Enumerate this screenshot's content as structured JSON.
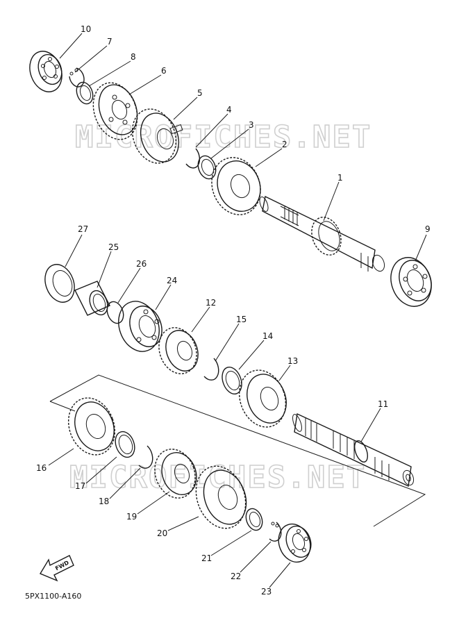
{
  "watermark": "MICROFICHES.NET",
  "diagram_code": "5PX1100-A160",
  "fwd_label": "FWD",
  "parts": [
    {
      "id": "p10",
      "kind": "bearing",
      "label": "10"
    },
    {
      "id": "p7",
      "kind": "circlip",
      "label": "7"
    },
    {
      "id": "p8",
      "kind": "washer",
      "label": "8"
    },
    {
      "id": "p6",
      "kind": "gear",
      "label": "6"
    },
    {
      "id": "p5",
      "kind": "gear",
      "label": "5"
    },
    {
      "id": "p4",
      "kind": "circlip",
      "label": "4"
    },
    {
      "id": "p3",
      "kind": "washer",
      "label": "3"
    },
    {
      "id": "p2",
      "kind": "gear",
      "label": "2"
    },
    {
      "id": "p1",
      "kind": "shaft",
      "label": "1"
    },
    {
      "id": "p9",
      "kind": "bearing",
      "label": "9"
    },
    {
      "id": "p27",
      "kind": "seal",
      "label": "27"
    },
    {
      "id": "p25",
      "kind": "collar",
      "label": "25"
    },
    {
      "id": "p26",
      "kind": "oring",
      "label": "26"
    },
    {
      "id": "p24",
      "kind": "bearing",
      "label": "24"
    },
    {
      "id": "p12",
      "kind": "gear",
      "label": "12"
    },
    {
      "id": "p15",
      "kind": "circlip",
      "label": "15"
    },
    {
      "id": "p14",
      "kind": "washer",
      "label": "14"
    },
    {
      "id": "p13",
      "kind": "gear",
      "label": "13"
    },
    {
      "id": "p11",
      "kind": "shaft",
      "label": "11"
    },
    {
      "id": "p16",
      "kind": "gear",
      "label": "16"
    },
    {
      "id": "p17",
      "kind": "washer",
      "label": "17"
    },
    {
      "id": "p18",
      "kind": "circlip",
      "label": "18"
    },
    {
      "id": "p19",
      "kind": "gear",
      "label": "19"
    },
    {
      "id": "p20",
      "kind": "gear",
      "label": "20"
    },
    {
      "id": "p21",
      "kind": "washer",
      "label": "21"
    },
    {
      "id": "p22",
      "kind": "circlip",
      "label": "22"
    },
    {
      "id": "p23",
      "kind": "bearing",
      "label": "23"
    }
  ]
}
